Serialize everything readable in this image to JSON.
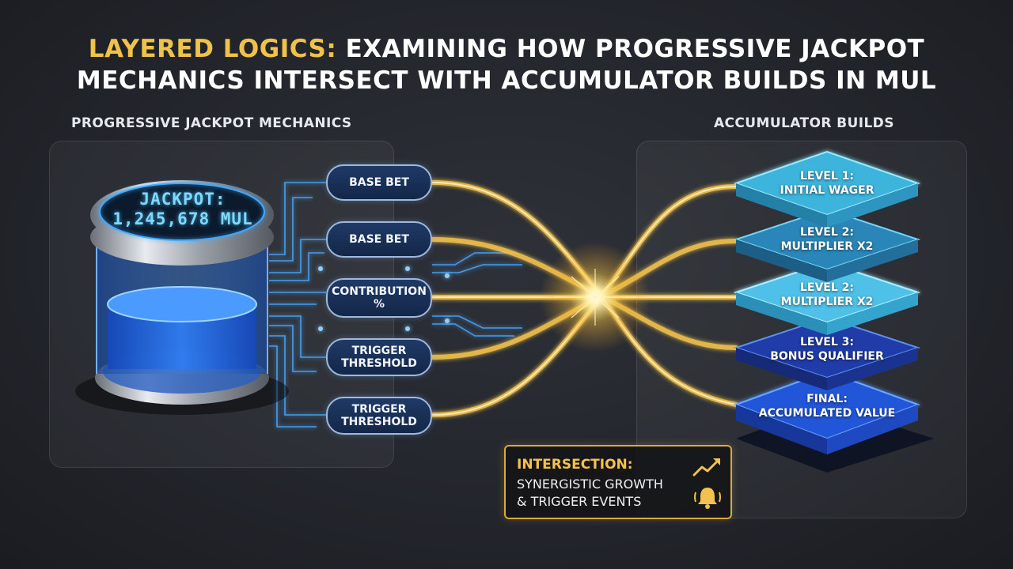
{
  "title": {
    "accent": "LAYERED LOGICS:",
    "line1_rest": "EXAMINING HOW PROGRESSIVE JACKPOT",
    "line2": "MECHANICS INTERSECT WITH ACCUMULATOR BUILDS IN MUL"
  },
  "left_section": {
    "label": "PROGRESSIVE JACKPOT MECHANICS",
    "jackpot_line1": "JACKPOT:",
    "jackpot_line2": "1,245,678 MUL"
  },
  "inputs": [
    {
      "label": "BASE BET"
    },
    {
      "label": "BASE BET"
    },
    {
      "label": "CONTRIBUTION %"
    },
    {
      "label": "TRIGGER THRESHOLD"
    },
    {
      "label": "TRIGGER THRESHOLD"
    }
  ],
  "right_section": {
    "label": "ACCUMULATOR BUILDS",
    "layers": [
      {
        "line1": "LEVEL 1:",
        "line2": "INITIAL WAGER"
      },
      {
        "line1": "LEVEL 2:",
        "line2": "MULTIPLIER x2"
      },
      {
        "line1": "LEVEL 2:",
        "line2": "MULTIPLIER x2"
      },
      {
        "line1": "LEVEL 3:",
        "line2": "BONUS QUALIFIER"
      },
      {
        "line1": "FINAL:",
        "line2": "ACCUMULATED VALUE"
      }
    ]
  },
  "intersection": {
    "title": "INTERSECTION:",
    "line1": "SYNERGISTIC GROWTH",
    "line2": "& TRIGGER EVENTS",
    "icons": [
      "trend-up-icon",
      "alarm-bell-icon"
    ]
  },
  "colors": {
    "accent_gold": "#f0c24a",
    "glow_blue": "#5ec8ff",
    "panel_bg": "#2a2d33"
  }
}
